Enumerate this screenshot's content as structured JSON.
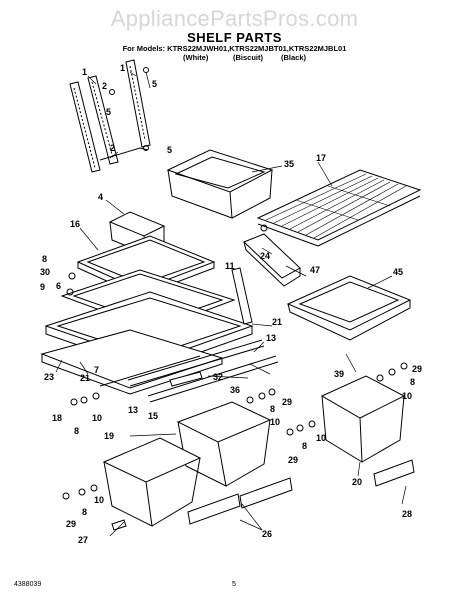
{
  "watermark": "AppliancePartsPros.com",
  "title": "SHELF PARTS",
  "models_line": "For Models: KTRS22MJWH01,KTRS22MJBT01,KTRS22MJBL01",
  "colors": [
    "(White)",
    "(Biscuit)",
    "(Black)"
  ],
  "footer": {
    "doc_number": "4388039",
    "page": "5"
  },
  "callouts": [
    "1",
    "2",
    "5",
    "1",
    "5",
    "2",
    "5",
    "35",
    "17",
    "4",
    "16",
    "8",
    "30",
    "6",
    "9",
    "11",
    "24",
    "47",
    "45",
    "21",
    "13",
    "23",
    "21",
    "7",
    "32",
    "36",
    "29",
    "8",
    "10",
    "39",
    "29",
    "8",
    "10",
    "18",
    "8",
    "10",
    "13",
    "15",
    "19",
    "29",
    "8",
    "10",
    "20",
    "29",
    "8",
    "10",
    "27",
    "26",
    "28"
  ]
}
